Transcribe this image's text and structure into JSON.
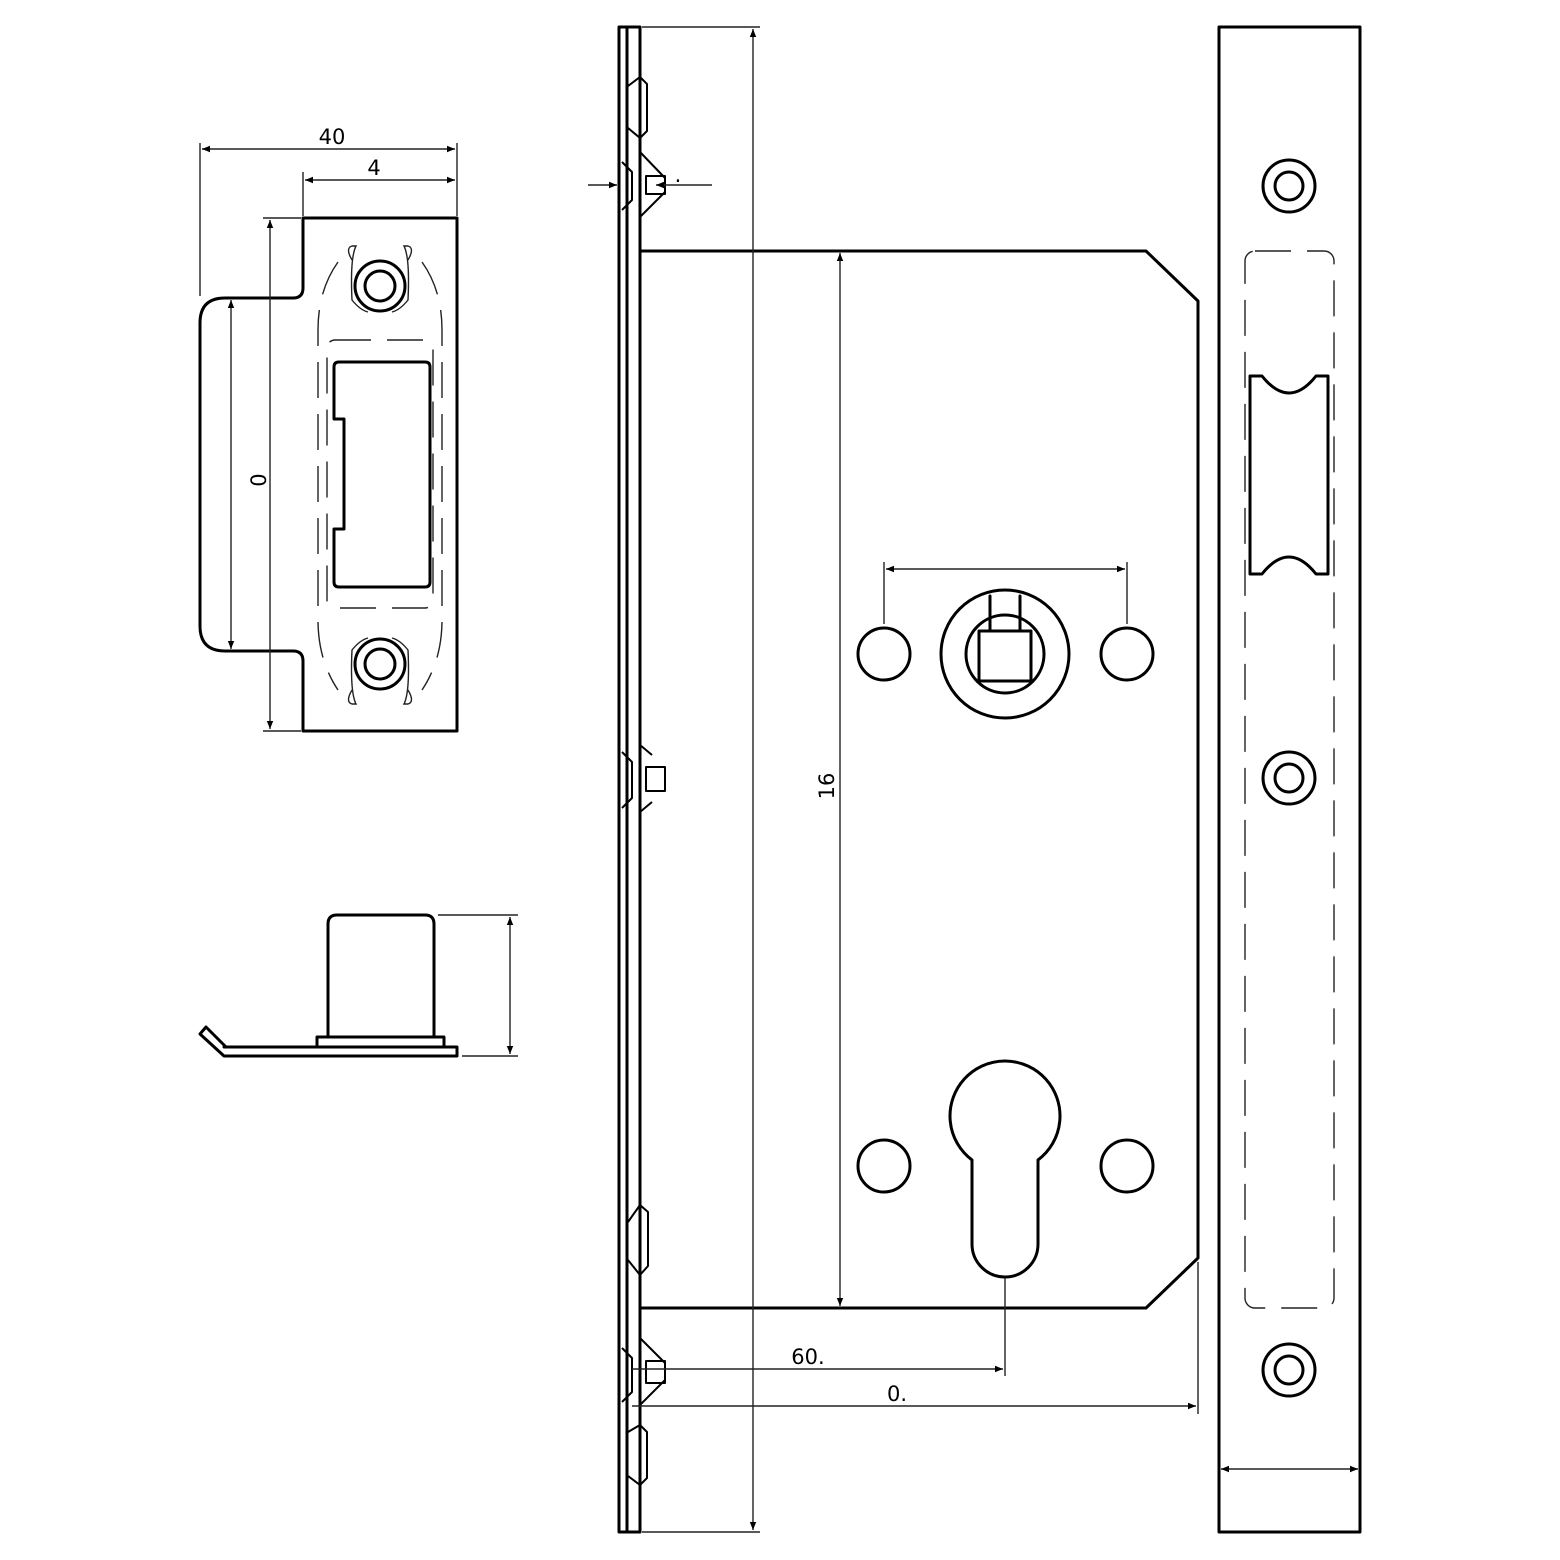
{
  "drawing": {
    "subject": "Mortice sashlock technical drawing",
    "line_color": "#000000",
    "background": "#ffffff"
  },
  "views": {
    "strike_plate_front": {
      "dims": {
        "overall_width": "40",
        "plate_width": "4",
        "plate_height": "0"
      }
    },
    "strike_plate_side": {
      "dims": {
        "height": ""
      }
    },
    "lock_side": {
      "dims": {
        "case_height": "16",
        "backset": "60.",
        "case_depth": "0.",
        "forend_thickness": "."
      }
    },
    "forend_front": {
      "dims": {
        "forend_width": ""
      }
    }
  }
}
